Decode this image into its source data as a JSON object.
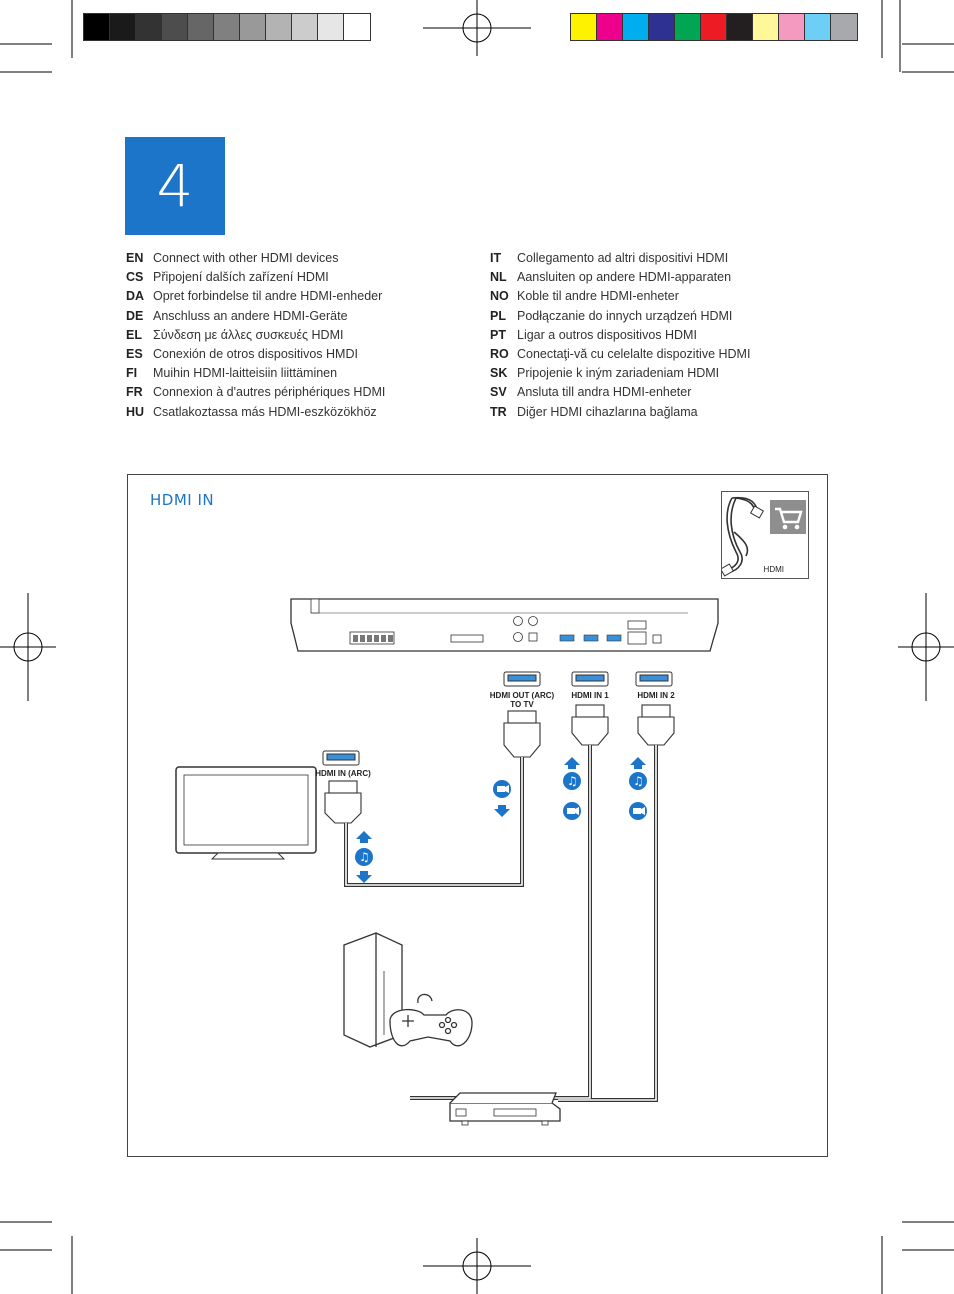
{
  "step": {
    "number": "4"
  },
  "swatches": {
    "gray": [
      "#000000",
      "#1a1a1a",
      "#333333",
      "#4d4d4d",
      "#666666",
      "#808080",
      "#999999",
      "#b3b3b3",
      "#cccccc",
      "#e6e6e6",
      "#ffffff"
    ],
    "color": [
      "#fff200",
      "#ec008c",
      "#00aeef",
      "#2e3192",
      "#00a651",
      "#ed1c24",
      "#231f20",
      "#fff799",
      "#f49ac1",
      "#6dcff6",
      "#a7a9ac"
    ]
  },
  "languages": {
    "left": [
      {
        "code": "EN",
        "text": "Connect with other HDMI devices"
      },
      {
        "code": "CS",
        "text": "Připojení dalších zařízení HDMI"
      },
      {
        "code": "DA",
        "text": "Opret forbindelse til andre HDMI-enheder"
      },
      {
        "code": "DE",
        "text": "Anschluss an andere HDMI-Geräte"
      },
      {
        "code": "EL",
        "text": "Σύνδεση με άλλες συσκευές HDMI"
      },
      {
        "code": "ES",
        "text": "Conexión de otros dispositivos HMDI"
      },
      {
        "code": "FI",
        "text": "Muihin HDMI-laitteisiin liittäminen"
      },
      {
        "code": "FR",
        "text": "Connexion à d'autres périphériques HDMI"
      },
      {
        "code": "HU",
        "text": "Csatlakoztassa más HDMI-eszközökhöz"
      }
    ],
    "right": [
      {
        "code": "IT",
        "text": "Collegamento ad altri dispositivi HDMI"
      },
      {
        "code": "NL",
        "text": "Aansluiten op andere HDMI-apparaten"
      },
      {
        "code": "NO",
        "text": "Koble til andre HDMI-enheter"
      },
      {
        "code": "PL",
        "text": "Podłączanie do innych urządzeń HDMI"
      },
      {
        "code": "PT",
        "text": "Ligar a outros dispositivos HDMI"
      },
      {
        "code": "RO",
        "text": "Conectaţi-vă cu celelalte dispozitive HDMI"
      },
      {
        "code": "SK",
        "text": "Pripojenie k iným zariadeniam HDMI"
      },
      {
        "code": "SV",
        "text": "Ansluta till andra HDMI-enheter"
      },
      {
        "code": "TR",
        "text": "Diğer HDMI cihazlarına bağlama"
      }
    ]
  },
  "diagram": {
    "title": "HDMI IN",
    "package_label": "HDMI",
    "ports": {
      "out_arc_line1": "HDMI OUT (ARC)",
      "out_arc_line2": "TO TV",
      "in1": "HDMI IN 1",
      "in2": "HDMI IN 2",
      "tv_in": "HDMI IN (ARC)"
    },
    "accent_color": "#1c75c8"
  }
}
